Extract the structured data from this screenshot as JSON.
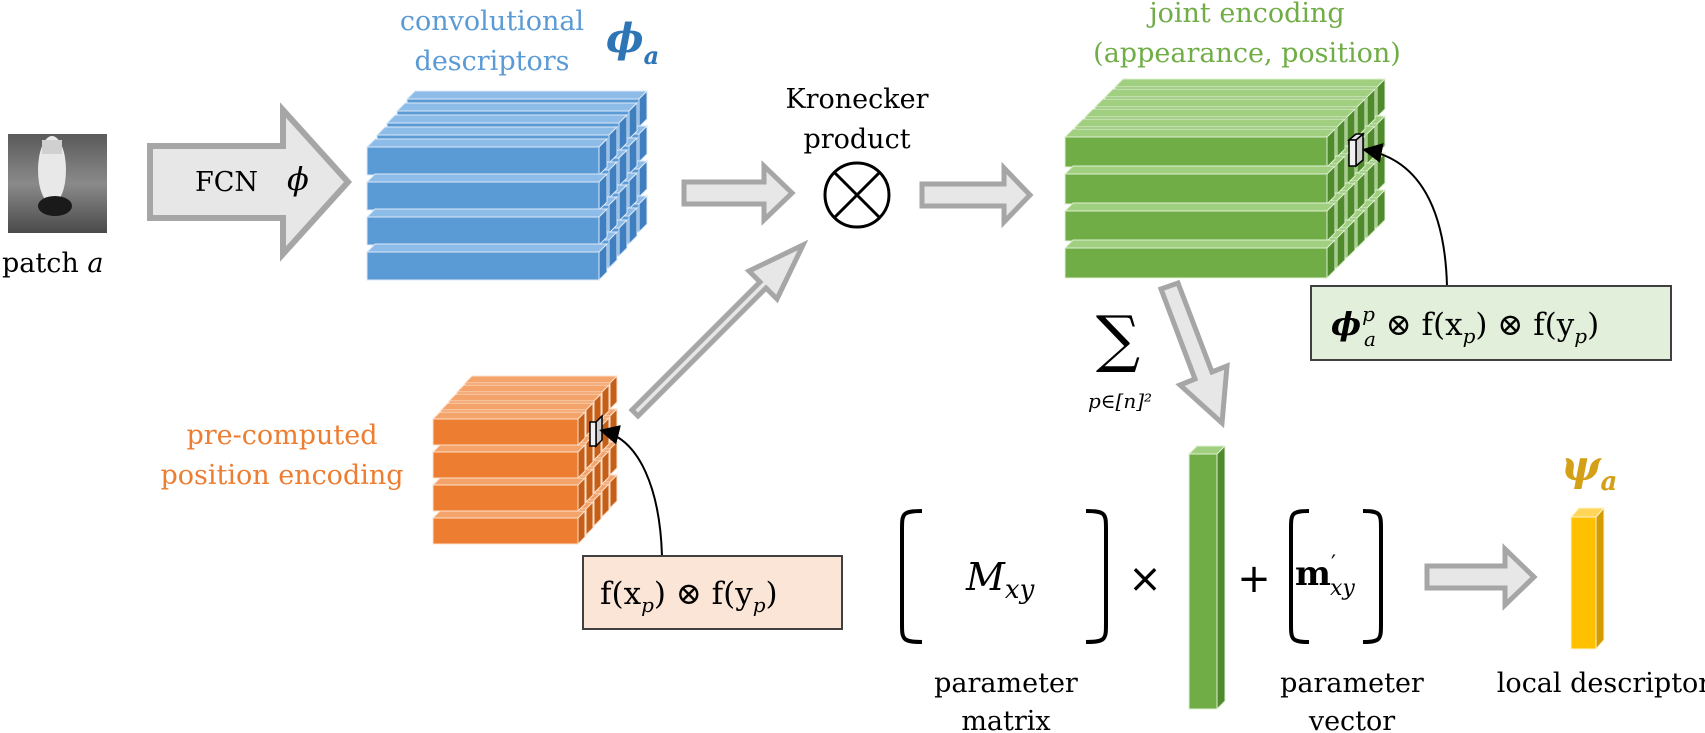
{
  "patch": {
    "label": "patch ",
    "var": "a"
  },
  "fcn": {
    "label": "FCN",
    "phi": "ϕ"
  },
  "conv": {
    "line1": "convolutional",
    "line2": "descriptors",
    "symbol": "ϕ",
    "sub": "a"
  },
  "kron": {
    "line1": "Kronecker",
    "line2": "product",
    "symbol": "⊗"
  },
  "joint": {
    "line1": "joint encoding",
    "line2": "(appearance, position)"
  },
  "joint_formula": {
    "phi": "ϕ",
    "sub": "a",
    "sup": "p",
    "rest": " ⊗ f(x",
    "p1": "p",
    "mid": ") ⊗ f(y",
    "p2": "p",
    "end": ")"
  },
  "position": {
    "line1": "pre-computed",
    "line2": "position encoding"
  },
  "pos_formula": {
    "a": "f(x",
    "p1": "p",
    "b": ") ⊗ f(y",
    "p2": "p",
    "c": ")"
  },
  "sum": {
    "symbol": "∑",
    "sub": "p∈[n]²"
  },
  "matrix": {
    "symbol": "M",
    "sub": "xy",
    "label1": "parameter",
    "label2": "matrix"
  },
  "times": "×",
  "plus": "+",
  "vector": {
    "symbol": "m",
    "prime": "′",
    "sub": "xy",
    "label1": "parameter",
    "label2": "vector"
  },
  "local": {
    "symbol": "ψ",
    "sub": "a",
    "label": "local descriptor"
  },
  "colors": {
    "blue_label": "#5b9bd5",
    "blue_front": "#5b9bd5",
    "blue_top": "#8ebce8",
    "blue_side": "#3f7fc0",
    "green_label": "#70ad47",
    "green_front": "#70ad47",
    "green_top": "#9fcf7f",
    "green_side": "#4f8a2c",
    "orange_label": "#ed7d31",
    "orange_front": "#ed7d31",
    "orange_top": "#f4a46a",
    "orange_side": "#c55f17",
    "yellow_label": "#d4a017",
    "yellow_front": "#ffc000",
    "yellow_top": "#ffd659",
    "yellow_side": "#d49c00",
    "arrow_fill": "#e7e7e7",
    "arrow_stroke": "#a6a6a6",
    "green_box": "#e2efda",
    "orange_box": "#fbe5d6",
    "phi_blue": "#2e75b6"
  }
}
